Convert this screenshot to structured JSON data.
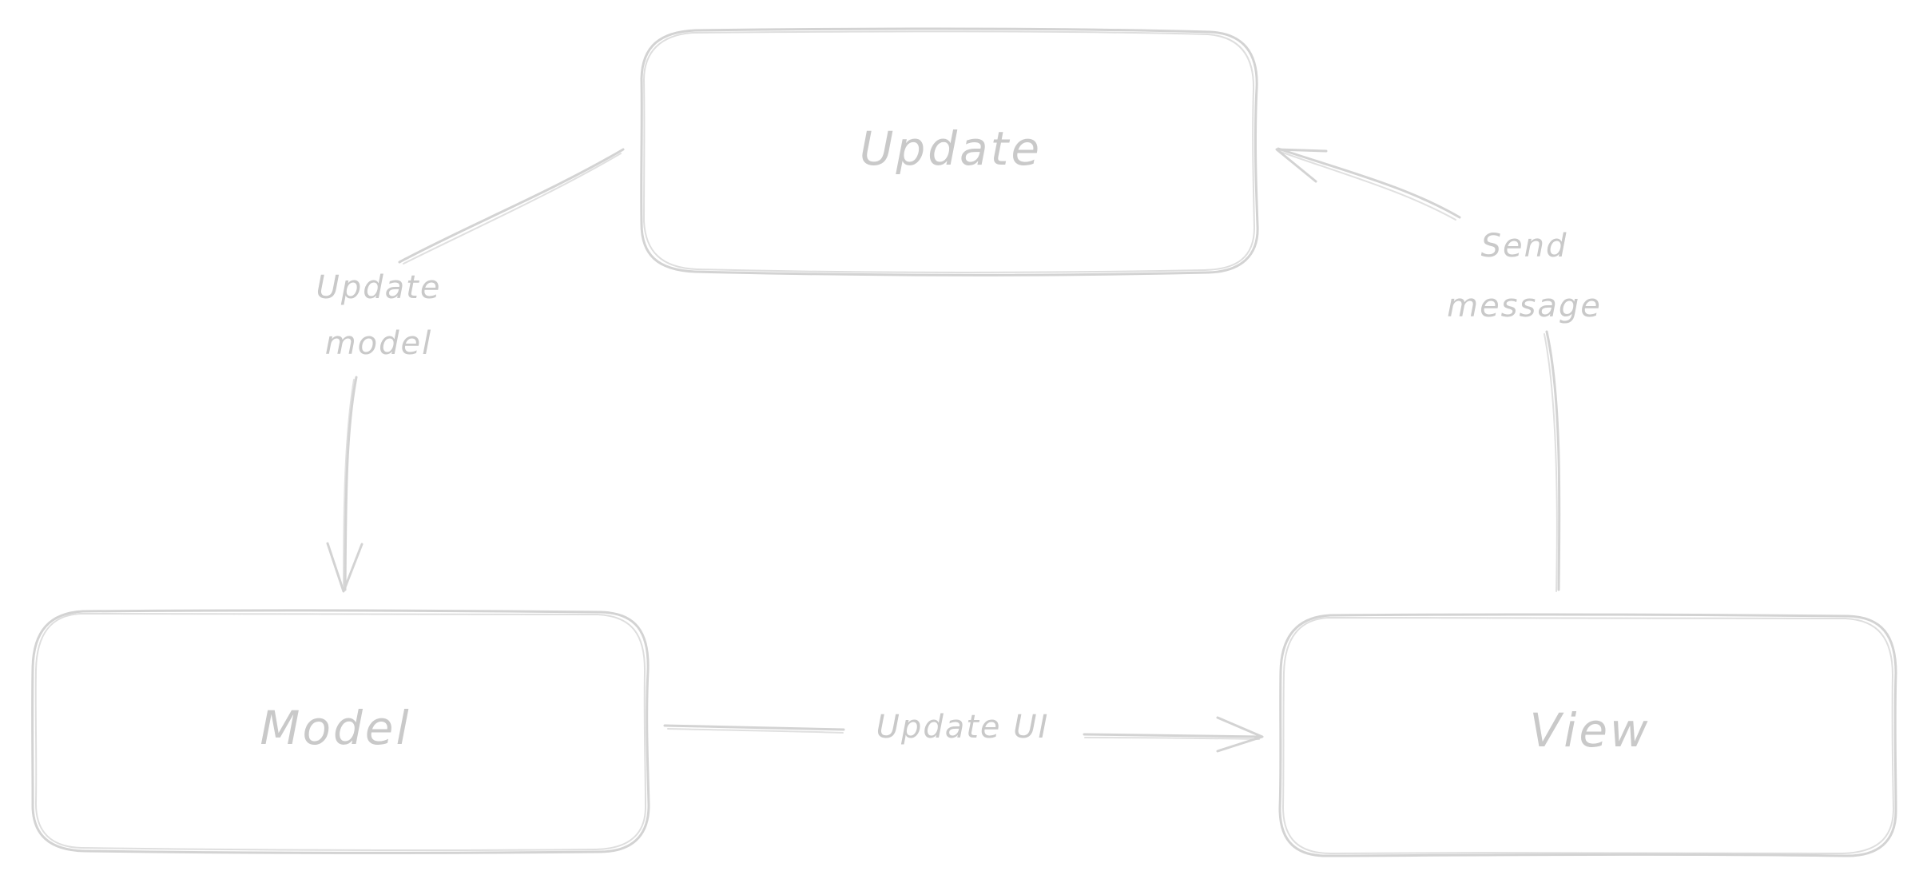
{
  "colors": {
    "stroke": "#d3d3d3",
    "text": "#c9c9c9",
    "background": "#ffffff"
  },
  "nodes": {
    "update": {
      "label": "Update"
    },
    "model": {
      "label": "Model"
    },
    "view": {
      "label": "View"
    }
  },
  "edges": {
    "update_to_model": {
      "label_line1": "Update",
      "label_line2": "model"
    },
    "model_to_view": {
      "label": "Update UI"
    },
    "view_to_update": {
      "label_line1": "Send",
      "label_line2": "message"
    }
  }
}
